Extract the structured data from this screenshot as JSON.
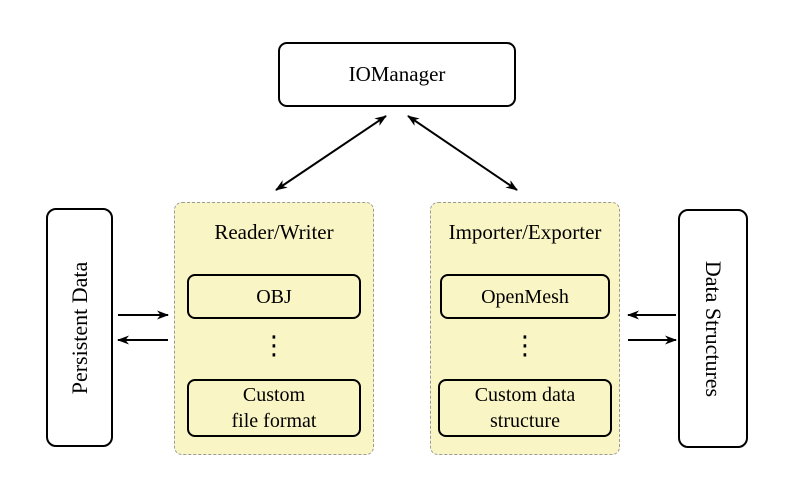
{
  "figure": {
    "nodes": {
      "iomanager": "IOManager",
      "persistent_data": "Persistent Data",
      "data_structures": "Data Structures"
    },
    "containers": [
      {
        "label": "Reader/Writer",
        "top_box": "OBJ",
        "dots": "⋮",
        "bottom_box_line1": "Custom",
        "bottom_box_line2": "file format"
      },
      {
        "label": "Importer/Exporter",
        "top_box": "OpenMesh",
        "dots": "⋮",
        "bottom_box_line1": "Custom data",
        "bottom_box_line2": "structure"
      }
    ],
    "colors": {
      "container_fill": "#faf5c5",
      "container_border": "#9a9a9a",
      "node_border": "#000000",
      "arrow": "#000000"
    }
  }
}
